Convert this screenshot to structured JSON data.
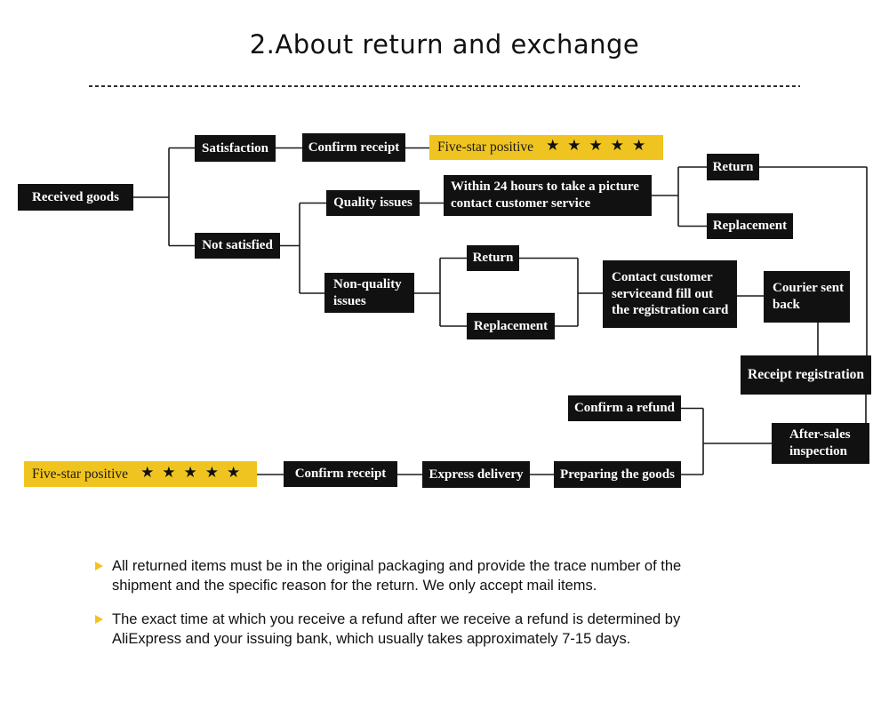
{
  "title": "2.About return and exchange",
  "colors": {
    "box": "#111111",
    "yellow": "#F0C420",
    "line": "#1a1a1a"
  },
  "nodes": {
    "received_goods": "Received goods",
    "satisfaction": "Satisfaction",
    "confirm_receipt_top": "Confirm receipt",
    "five_star_top": "Five-star positive",
    "stars_top": "★★★★★",
    "not_satisfied": "Not satisfied",
    "quality_issues": "Quality issues",
    "within24_line1": "Within 24 hours to take a picture",
    "within24_line2": "contact customer service",
    "return_top": "Return",
    "replacement_top": "Replacement",
    "non_quality_line1": "Non-quality",
    "non_quality_line2": "issues",
    "return_mid": "Return",
    "replacement_mid": "Replacement",
    "contact_line1": "Contact customer",
    "contact_line2": "serviceand fill out",
    "contact_line3": "the registration card",
    "courier_line1": "Courier sent",
    "courier_line2": "back",
    "receipt_registration": "Receipt registration",
    "confirm_refund": "Confirm a refund",
    "after_sales_line1": "After-sales",
    "after_sales_line2": "inspection",
    "five_star_bottom": "Five-star positive",
    "stars_bottom": "★★★★★",
    "confirm_receipt_bottom": "Confirm receipt",
    "express_delivery": "Express delivery",
    "preparing_goods": "Preparing the goods"
  },
  "notes": [
    {
      "lines": [
        "All returned items must be in the original packaging and provide the trace number of the",
        "shipment and the specific reason for the return. We only accept mail items."
      ]
    },
    {
      "lines": [
        "The exact time at which you receive a refund after we receive a refund is determined by",
        "AliExpress and your issuing bank, which usually takes approximately 7-15 days."
      ]
    }
  ]
}
